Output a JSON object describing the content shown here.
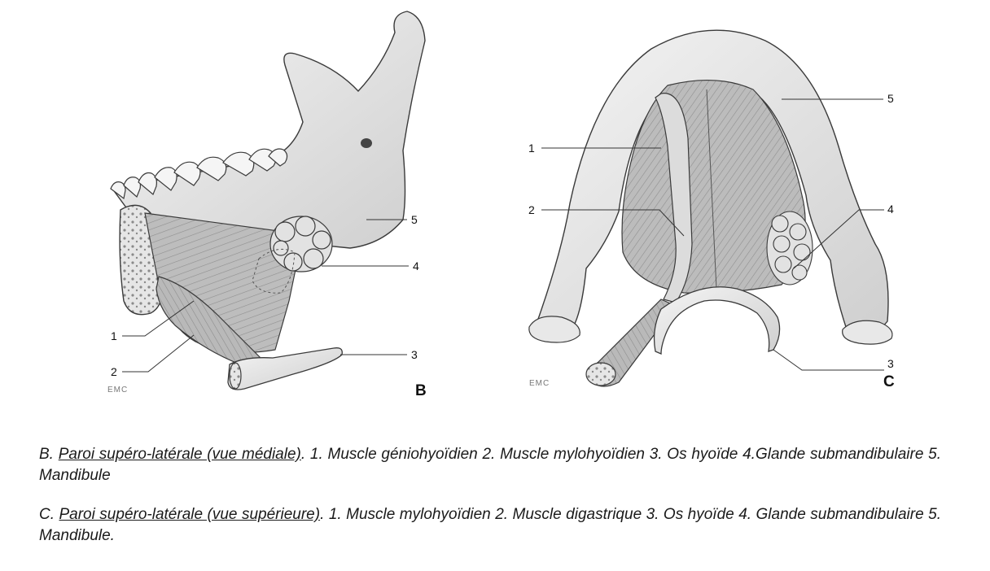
{
  "figure_b": {
    "letter": "B",
    "watermark": "EMC",
    "callouts": [
      "1",
      "2",
      "3",
      "4",
      "5"
    ]
  },
  "figure_c": {
    "letter": "C",
    "watermark": "EMC",
    "callouts": [
      "1",
      "2",
      "3",
      "4",
      "5"
    ]
  },
  "caption_b": {
    "prefix": "B. ",
    "underlined": "Paroi supéro-latérale (vue médiale)",
    "text": ". 1. Muscle géniohyoïdien 2. Muscle mylohyoïdien 3. Os hyoïde 4.Glande submandibulaire  5. Mandibule"
  },
  "caption_c": {
    "prefix": "C. ",
    "underlined": "Paroi supéro-latérale (vue supérieure)",
    "text": ". 1. Muscle mylohyoïdien 2. Muscle digastrique 3. Os hyoïde 4. Glande submandibulaire  5. Mandibule."
  },
  "colors": {
    "bone": "#ececec",
    "bone_shade": "#c8c8c8",
    "muscle": "#b4b4b4",
    "outline": "#3a3a3a"
  }
}
